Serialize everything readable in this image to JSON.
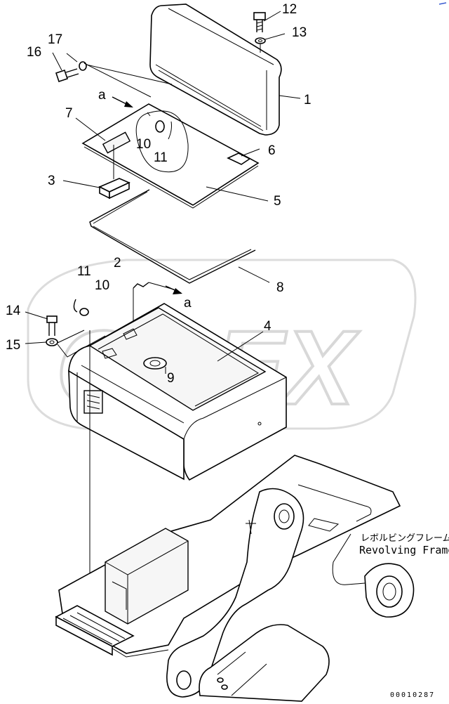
{
  "callouts": [
    "1",
    "2",
    "3",
    "4",
    "5",
    "6",
    "7",
    "8",
    "9",
    "10",
    "10",
    "11",
    "11",
    "12",
    "13",
    "14",
    "15",
    "16",
    "17"
  ],
  "ref_marks": [
    "a",
    "a"
  ],
  "frame_label_jp": "レボルビングフレーム",
  "frame_label_en": "Revolving Frame",
  "doc_number": "00010287",
  "watermark": "OREX",
  "colors": {
    "line": "#000000",
    "watermark": "#d8d8d8",
    "background": "#ffffff"
  }
}
